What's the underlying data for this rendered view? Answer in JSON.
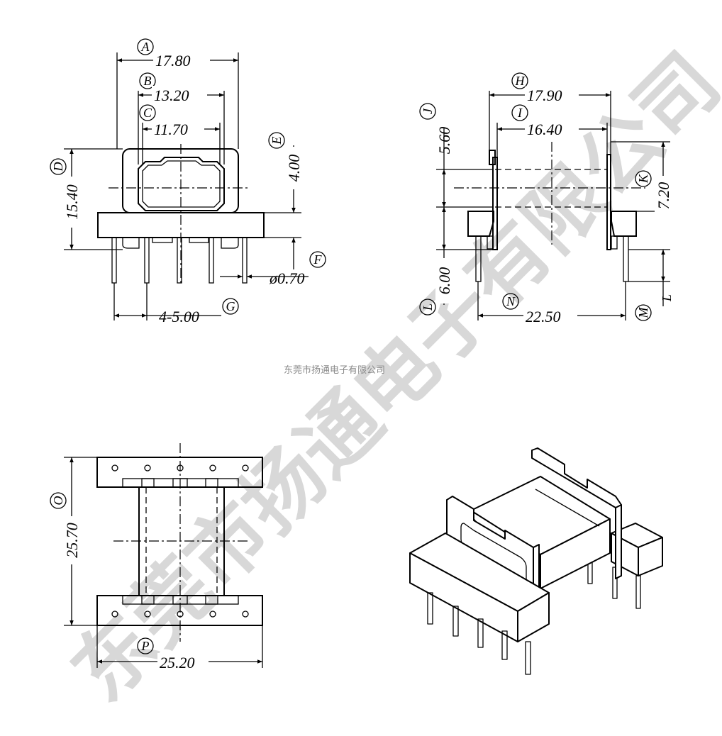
{
  "watermark": {
    "text": "东莞市扬通电子有限公司"
  },
  "caption": {
    "text": "东莞市扬通电子有限公司"
  },
  "front_view": {
    "A": {
      "label": "A",
      "value": "17.80"
    },
    "B": {
      "label": "B",
      "value": "13.20"
    },
    "C": {
      "label": "C",
      "value": "11.70"
    },
    "D": {
      "label": "D",
      "value": "15.40"
    },
    "E": {
      "label": "E",
      "value": "4.00"
    },
    "F": {
      "label": "F",
      "value": "ø0.70"
    },
    "G": {
      "label": "G",
      "value": "4-5.00"
    }
  },
  "side_view": {
    "H": {
      "label": "H",
      "value": "17.90"
    },
    "I": {
      "label": "I",
      "value": "16.40"
    },
    "J": {
      "label": "J",
      "value": "5.60"
    },
    "K": {
      "label": "K",
      "value": "7.20"
    },
    "L": {
      "label": "L",
      "value": "6.00"
    },
    "M": {
      "label": "M"
    },
    "N": {
      "label": "N",
      "value": "22.50"
    },
    "L2": {
      "label": "L"
    }
  },
  "top_view": {
    "O": {
      "label": "O",
      "value": "25.70"
    },
    "P": {
      "label": "P",
      "value": "25.20"
    }
  }
}
